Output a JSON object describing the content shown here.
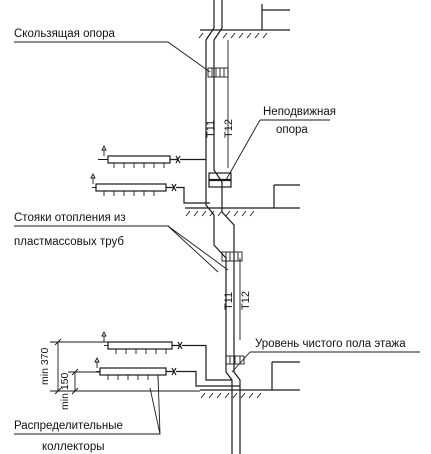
{
  "labels": {
    "sliding_support": "Скользящая опора",
    "fixed_support_line1": "Неподвижная",
    "fixed_support_line2": "опора",
    "risers_line1": "Стояки отопления из",
    "risers_line2": "пластмассовых труб",
    "floor_level": "Уровень чистого пола этажа",
    "collectors_line1": "Распределительные",
    "collectors_line2": "коллекторы"
  },
  "pipe_marks": {
    "t1_upper": "T11",
    "t2_upper": "T12",
    "t1_lower": "T11",
    "t2_lower": "T12"
  },
  "dimensions": {
    "min370": "min 370",
    "min150": "min 150"
  },
  "colors": {
    "line": "#1a1a1a",
    "background": "#ffffff"
  }
}
